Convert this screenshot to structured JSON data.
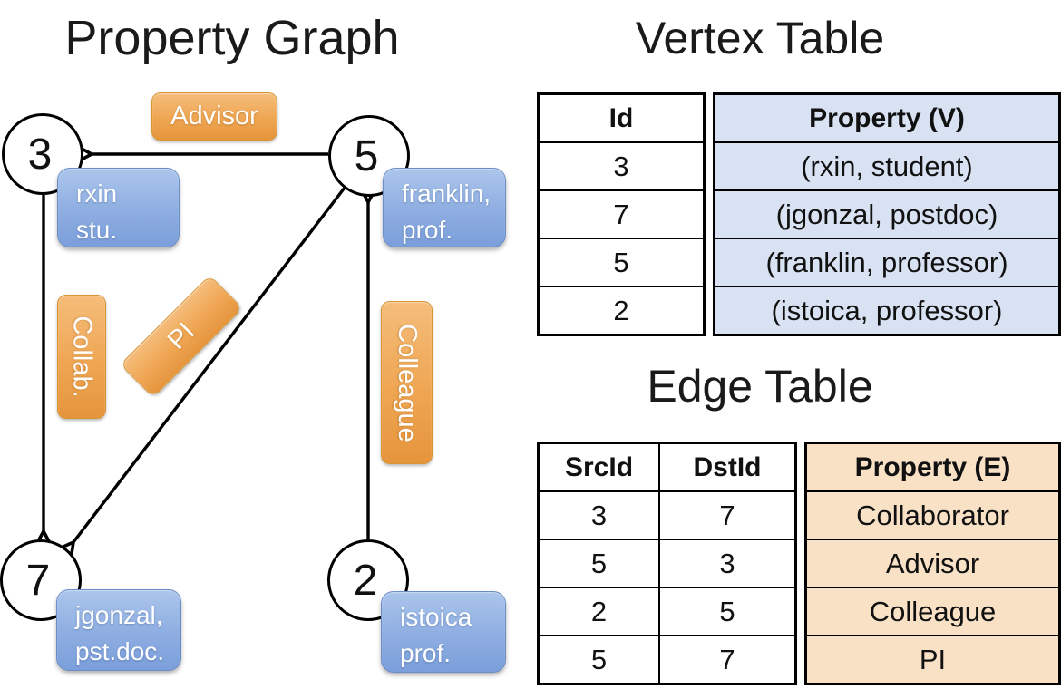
{
  "property_graph": {
    "title": "Property Graph",
    "vertices": [
      {
        "id": "3",
        "property_lines": [
          "rxin",
          "stu."
        ]
      },
      {
        "id": "5",
        "property_lines": [
          "franklin,",
          "prof."
        ]
      },
      {
        "id": "7",
        "property_lines": [
          "jgonzal,",
          "pst.doc."
        ]
      },
      {
        "id": "2",
        "property_lines": [
          "istoica",
          "prof."
        ]
      }
    ],
    "edges": [
      {
        "from": "5",
        "to": "3",
        "label": "Advisor"
      },
      {
        "from": "3",
        "to": "7",
        "label": "Collab."
      },
      {
        "from": "5",
        "to": "7",
        "label": "PI"
      },
      {
        "from": "2",
        "to": "5",
        "label": "Colleague"
      }
    ]
  },
  "vertex_table": {
    "title": "Vertex Table",
    "columns": {
      "id": "Id",
      "property": "Property (V)"
    },
    "rows": [
      {
        "id": "3",
        "property": "(rxin, student)"
      },
      {
        "id": "7",
        "property": "(jgonzal, postdoc)"
      },
      {
        "id": "5",
        "property": "(franklin, professor)"
      },
      {
        "id": "2",
        "property": "(istoica, professor)"
      }
    ]
  },
  "edge_table": {
    "title": "Edge Table",
    "columns": {
      "src": "SrcId",
      "dst": "DstId",
      "property": "Property (E)"
    },
    "rows": [
      {
        "src": "3",
        "dst": "7",
        "property": "Collaborator"
      },
      {
        "src": "5",
        "dst": "3",
        "property": "Advisor"
      },
      {
        "src": "2",
        "dst": "5",
        "property": "Colleague"
      },
      {
        "src": "5",
        "dst": "7",
        "property": "PI"
      }
    ]
  },
  "colors": {
    "edge_label_orange_top": "#f5bd7b",
    "edge_label_orange_bottom": "#e5953c",
    "vertex_box_blue_top": "#abc6ec",
    "vertex_box_blue_bottom": "#7b9fdb",
    "vertex_table_property_fill": "#d9e2f3",
    "edge_table_property_fill": "#f9e1c6",
    "line_color": "#000000",
    "label_text": "#ffffff"
  }
}
